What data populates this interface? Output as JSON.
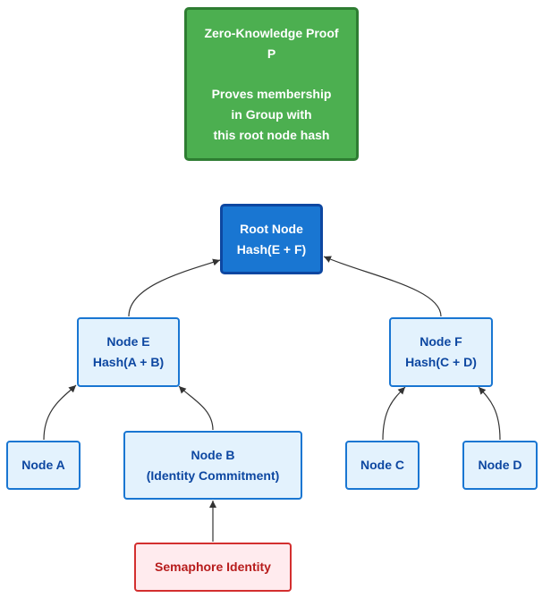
{
  "diagram": {
    "zkp": {
      "title": "Zero-Knowledge Proof",
      "symbol": "P",
      "desc_1": "Proves membership",
      "desc_2": "in Group with",
      "desc_3": "this root node hash"
    },
    "root": {
      "line_1": "Root Node",
      "line_2": "Hash(E + F)"
    },
    "node_e": {
      "line_1": "Node E",
      "line_2": "Hash(A + B)"
    },
    "node_f": {
      "line_1": "Node F",
      "line_2": "Hash(C + D)"
    },
    "node_a": {
      "label": "Node A"
    },
    "node_b": {
      "line_1": "Node B",
      "line_2": "(Identity Commitment)"
    },
    "node_c": {
      "label": "Node C"
    },
    "node_d": {
      "label": "Node D"
    },
    "semaphore": {
      "label": "Semaphore Identity"
    },
    "colors": {
      "zkp_fill": "#4caf50",
      "zkp_border": "#2e7d32",
      "root_fill": "#1976d2",
      "root_border": "#0d47a1",
      "node_fill": "#e3f2fd",
      "node_border": "#1976d2",
      "node_text": "#0d47a1",
      "identity_fill": "#ffebee",
      "identity_border": "#d32f2f",
      "identity_text": "#b71c1c",
      "edge": "#333333"
    }
  }
}
